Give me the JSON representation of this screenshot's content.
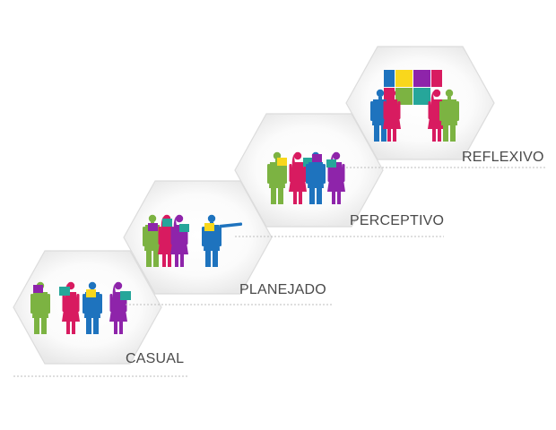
{
  "diagram": {
    "stages": [
      {
        "id": "casual",
        "label": "CASUAL"
      },
      {
        "id": "planejado",
        "label": "PLANEJADO"
      },
      {
        "id": "perceptivo",
        "label": "PERCEPTIVO"
      },
      {
        "id": "reflexivo",
        "label": "REFLEXIVO"
      }
    ]
  },
  "colors": {
    "green": "#7cb342",
    "magenta": "#d81b60",
    "blue": "#1e73be",
    "purple": "#8e24aa",
    "teal": "#26a69a",
    "yellow": "#f9d71c",
    "label_text": "#4a4a4a",
    "hex_border": "#dcdcdc",
    "hex_fill_edge": "#ebebeb"
  }
}
